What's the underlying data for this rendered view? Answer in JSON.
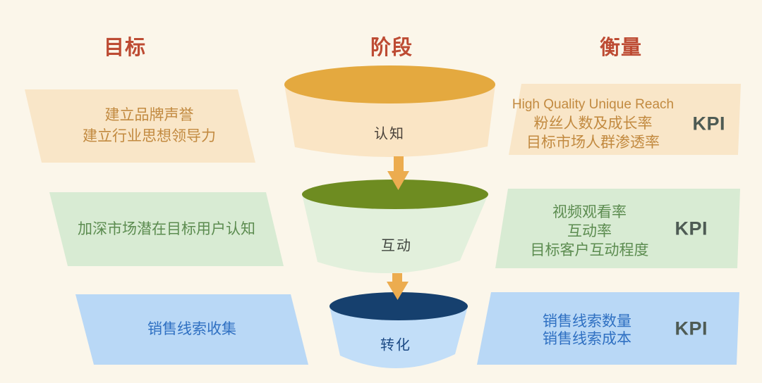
{
  "headers": {
    "goals": "目标",
    "stages": "阶段",
    "measures": "衡量"
  },
  "funnel": {
    "stages": [
      {
        "label": "认知",
        "top_color": "#E4A93F",
        "body_color": "#FAE5C5"
      },
      {
        "label": "互动",
        "top_color": "#6E8C21",
        "body_color": "#E2F0DC"
      },
      {
        "label": "转化",
        "top_color": "#16406E",
        "body_color": "#C2DEF8"
      }
    ],
    "arrow_color": "#ECAC4F"
  },
  "goals": {
    "rows": [
      {
        "lines": [
          "建立品牌声誉",
          "建立行业思想领导力"
        ],
        "fill": "#F9E6C8",
        "text_color": "#C28A40"
      },
      {
        "lines": [
          "加深市场潜在目标用户认知"
        ],
        "fill": "#D8EBD3",
        "text_color": "#5C8C50"
      },
      {
        "lines": [
          "销售线索收集"
        ],
        "fill": "#B9D8F6",
        "text_color": "#2F70C2"
      }
    ]
  },
  "measures": {
    "kpi_label": "KPI",
    "kpi_color": "#4E5B54",
    "rows": [
      {
        "lines": [
          "High Quality Unique Reach",
          "粉丝人数及成长率",
          "目标市场人群渗透率"
        ],
        "fill": "#F9E6C8",
        "text_color": "#C28A40"
      },
      {
        "lines": [
          "视频观看率",
          "互动率",
          "目标客户互动程度"
        ],
        "fill": "#D8EBD3",
        "text_color": "#5C8C50"
      },
      {
        "lines": [
          "销售线索数量",
          "销售线索成本"
        ],
        "fill": "#B9D8F6",
        "text_color": "#2F70C2"
      }
    ]
  },
  "palette": {
    "background": "#FBF6EA",
    "header_text": "#BD4B33",
    "stage_label_dark": "#4A423A",
    "stage_label_navy": "#1C4A85"
  }
}
